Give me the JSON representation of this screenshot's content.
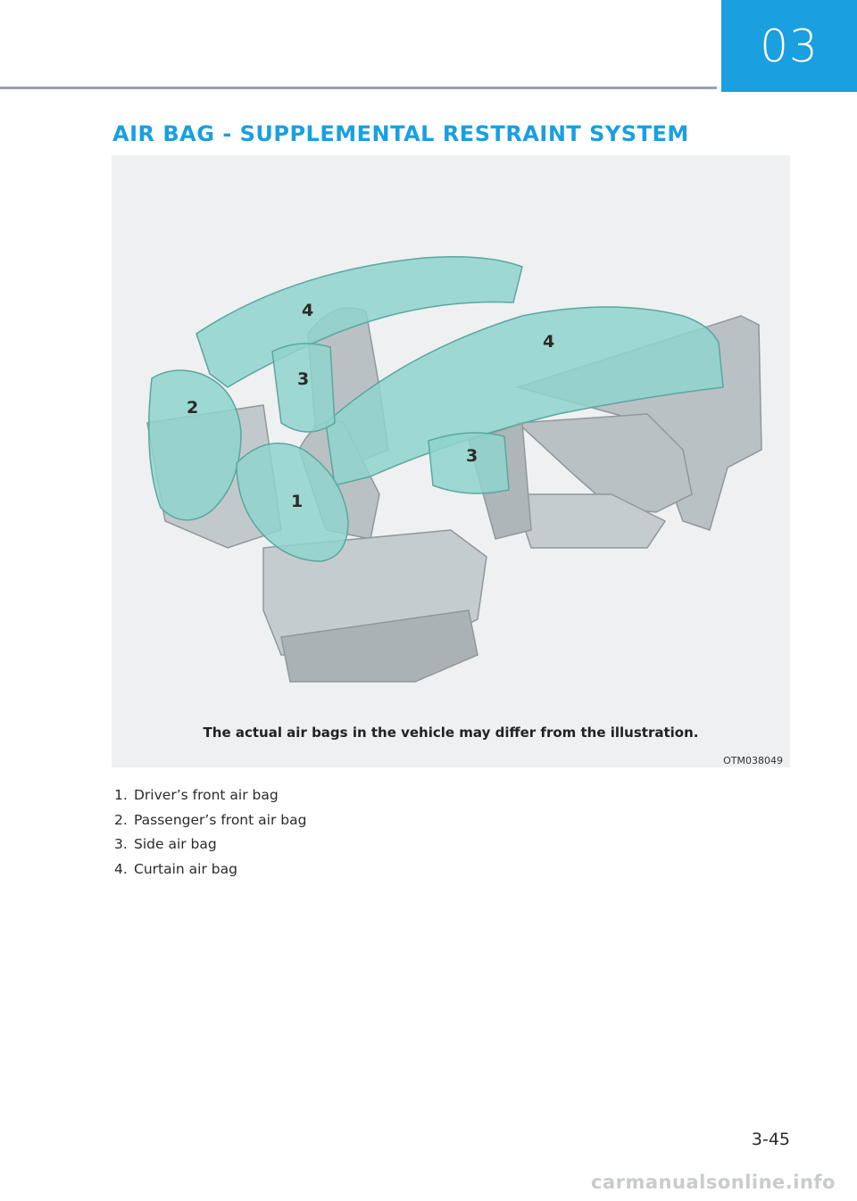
{
  "chapter": {
    "number": "03"
  },
  "section": {
    "title": "AIR BAG - SUPPLEMENTAL RESTRAINT SYSTEM"
  },
  "figure": {
    "callouts": [
      "4",
      "4",
      "3",
      "3",
      "2",
      "1"
    ],
    "caption": "The actual air bags in the vehicle may differ from the illustration.",
    "code": "OTM038049"
  },
  "legend": [
    {
      "num": "1.",
      "label": "Driver’s front air bag"
    },
    {
      "num": "2.",
      "label": "Passenger’s front air bag"
    },
    {
      "num": "3.",
      "label": "Side air bag"
    },
    {
      "num": "4.",
      "label": "Curtain air bag"
    }
  ],
  "page": {
    "number": "3-45"
  },
  "watermark": {
    "text": "carmanualsonline.info"
  },
  "colors": {
    "accent": "#1a9fe0",
    "airbag": "#8fd3cc",
    "interior": "#b5bcbf"
  }
}
